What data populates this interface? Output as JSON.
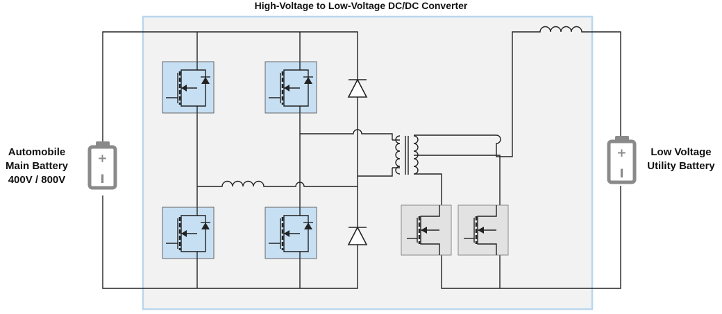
{
  "title": "High-Voltage to Low-Voltage DC/DC Converter",
  "main_battery": {
    "lines": [
      "Automobile",
      "Main Battery",
      "400V / 800V"
    ],
    "plus": "+",
    "minus": "I"
  },
  "utility_battery": {
    "lines": [
      "Low Voltage",
      "Utility Battery"
    ],
    "plus": "+",
    "minus": "I"
  },
  "colors": {
    "converter_border": "#b9d7ef",
    "converter_fill": "#f2f2f2",
    "primary_switch_fill": "#c6dff3",
    "secondary_switch_fill": "#e2e2e2",
    "battery": "#8a8a8a",
    "wire": "#222222"
  }
}
